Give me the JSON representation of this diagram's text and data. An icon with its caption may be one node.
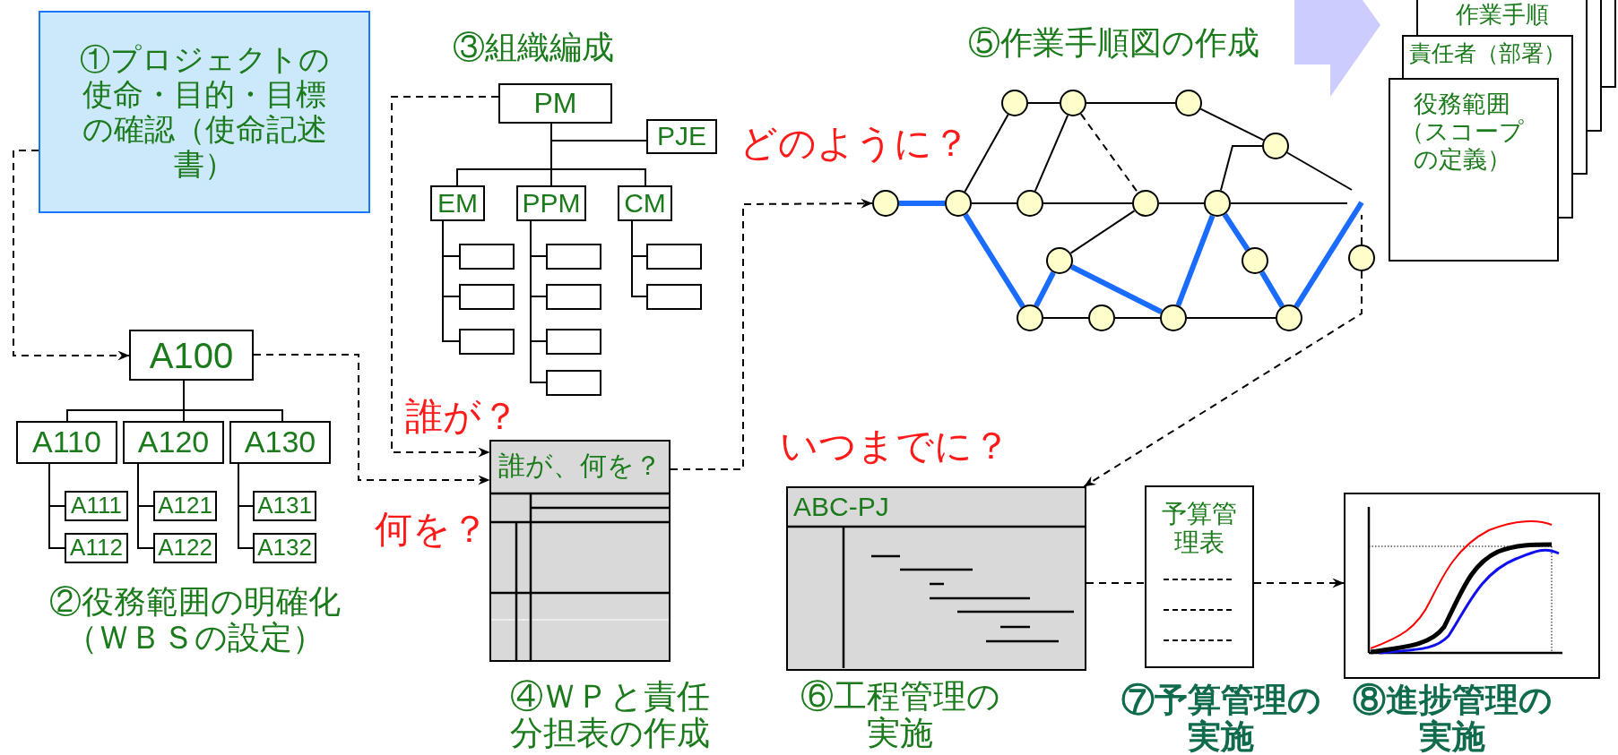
{
  "diagram": {
    "nodes": [
      {
        "text": [
          "①プロジェクトの使命・目的・目標の確認（使命記述書）"
        ]
      },
      {
        "text": [
          "PM"
        ]
      },
      {
        "text": [
          "PJE"
        ]
      },
      {
        "text": [
          "EM"
        ]
      },
      {
        "text": [
          "PPM"
        ]
      },
      {
        "text": [
          "CM"
        ]
      },
      {
        "text": [],
        "shape": "box"
      },
      {
        "text": [],
        "shape": "box"
      },
      {
        "text": [],
        "shape": "box"
      },
      {
        "text": [],
        "shape": "box"
      },
      {
        "text": [],
        "shape": "box"
      },
      {
        "text": [],
        "shape": "box"
      },
      {
        "text": [],
        "shape": "box"
      },
      {
        "text": [],
        "shape": "box"
      },
      {
        "text": [],
        "shape": "box"
      },
      {
        "text": [
          "A100"
        ]
      },
      {
        "text": [
          "A110"
        ]
      },
      {
        "text": [
          "A120"
        ]
      },
      {
        "text": [
          "A130"
        ]
      },
      {
        "text": [
          "A111"
        ]
      },
      {
        "text": [
          "A112"
        ]
      },
      {
        "text": [
          "A121"
        ]
      },
      {
        "text": [
          "A122"
        ]
      },
      {
        "text": [
          "A131"
        ]
      },
      {
        "text": [
          "A132"
        ]
      },
      {
        "text": [
          "誰が、何を？"
        ]
      },
      {
        "text": [],
        "shape": "circle"
      },
      {
        "text": [],
        "shape": "circle"
      },
      {
        "text": [],
        "shape": "circle"
      },
      {
        "text": [],
        "shape": "circle"
      },
      {
        "text": [],
        "shape": "circle"
      },
      {
        "text": [],
        "shape": "circle"
      },
      {
        "text": [],
        "shape": "circle"
      },
      {
        "text": [],
        "shape": "circle"
      },
      {
        "text": [],
        "shape": "circle"
      },
      {
        "text": [],
        "shape": "circle"
      },
      {
        "text": [],
        "shape": "circle"
      },
      {
        "text": [],
        "shape": "circle"
      },
      {
        "text": [],
        "shape": "circle"
      },
      {
        "text": [],
        "shape": "circle"
      },
      {
        "text": [],
        "shape": "circle"
      },
      {
        "text": [],
        "shape": "circle"
      },
      {
        "text": [],
        "shape": "box"
      },
      {
        "text": [],
        "shape": "box"
      },
      {
        "text": [
          "作業手順"
        ]
      },
      {
        "text": [
          "責任者（部署）"
        ]
      },
      {
        "text": [
          "役務範囲（スコープの定義）"
        ]
      },
      {
        "text": [
          "ABC-PJ"
        ]
      },
      {
        "text": [
          "予算管理表"
        ]
      },
      {
        "text": [],
        "shape": "box"
      }
    ],
    "edges": [
      {
        "from": 1,
        "to": 2,
        "arrow": "none"
      },
      {
        "from": 1,
        "to": 3,
        "arrow": "none"
      },
      {
        "from": 1,
        "to": 4,
        "arrow": "none"
      },
      {
        "from": 1,
        "to": 5,
        "arrow": "none"
      },
      {
        "from": 3,
        "to": 6,
        "arrow": "none"
      },
      {
        "from": 3,
        "to": 7,
        "arrow": "none"
      },
      {
        "from": 3,
        "to": 8,
        "arrow": "none"
      },
      {
        "from": 4,
        "to": 9,
        "arrow": "none"
      },
      {
        "from": 4,
        "to": 10,
        "arrow": "none"
      },
      {
        "from": 4,
        "to": 11,
        "arrow": "none"
      },
      {
        "from": 4,
        "to": 12,
        "arrow": "none"
      },
      {
        "from": 5,
        "to": 13,
        "arrow": "none"
      },
      {
        "from": 5,
        "to": 14,
        "arrow": "none"
      },
      {
        "from": 15,
        "to": 16,
        "arrow": "none"
      },
      {
        "from": 15,
        "to": 17,
        "arrow": "none"
      },
      {
        "from": 15,
        "to": 18,
        "arrow": "none"
      },
      {
        "from": 16,
        "to": 19,
        "arrow": "none"
      },
      {
        "from": 16,
        "to": 20,
        "arrow": "none"
      },
      {
        "from": 17,
        "to": 21,
        "arrow": "none"
      },
      {
        "from": 17,
        "to": 22,
        "arrow": "none"
      },
      {
        "from": 18,
        "to": 23,
        "arrow": "none"
      },
      {
        "from": 18,
        "to": 24,
        "arrow": "none"
      },
      {
        "from": 0,
        "to": 15,
        "arrow": "to",
        "style": "dashed"
      },
      {
        "from": 1,
        "to": 25,
        "arrow": "to",
        "style": "dashed"
      },
      {
        "from": 15,
        "to": 25,
        "arrow": "to",
        "style": "dashed"
      },
      {
        "from": 25,
        "to": 26,
        "arrow": "to",
        "style": "dashed"
      },
      {
        "from": 26,
        "to": 27,
        "arrow": "none",
        "style": "thick",
        "color": "#1a6cff"
      },
      {
        "from": 27,
        "to": 38,
        "arrow": "none",
        "style": "thick",
        "color": "#1a6cff"
      },
      {
        "from": 38,
        "to": 35,
        "arrow": "none",
        "style": "thick",
        "color": "#1a6cff"
      },
      {
        "from": 35,
        "to": 40,
        "arrow": "none",
        "style": "thick",
        "color": "#1a6cff"
      },
      {
        "from": 40,
        "to": 34,
        "arrow": "none",
        "style": "thick",
        "color": "#1a6cff"
      },
      {
        "from": 34,
        "to": 36,
        "arrow": "none",
        "style": "thick",
        "color": "#1a6cff"
      },
      {
        "from": 36,
        "to": 41,
        "arrow": "none",
        "style": "thick",
        "color": "#1a6cff"
      },
      {
        "from": 41,
        "to": null,
        "arrow": "none",
        "style": "thick",
        "color": "#1a6cff"
      },
      {
        "from": 27,
        "to": 28,
        "arrow": "none"
      },
      {
        "from": 28,
        "to": 29,
        "arrow": "none"
      },
      {
        "from": 29,
        "to": 30,
        "arrow": "none"
      },
      {
        "from": 30,
        "to": 31,
        "arrow": "none"
      },
      {
        "from": 29,
        "to": 32,
        "arrow": "none"
      },
      {
        "from": 27,
        "to": 32,
        "arrow": "none"
      },
      {
        "from": 32,
        "to": 33,
        "arrow": "none"
      },
      {
        "from": 33,
        "to": 34,
        "arrow": "none"
      },
      {
        "from": 34,
        "to": null,
        "arrow": "none"
      },
      {
        "from": 31,
        "to": null,
        "arrow": "none"
      },
      {
        "from": 34,
        "to": 31,
        "arrow": "none"
      },
      {
        "from": 35,
        "to": 33,
        "arrow": "none"
      },
      {
        "from": 38,
        "to": 39,
        "arrow": "none"
      },
      {
        "from": 39,
        "to": 40,
        "arrow": "none"
      },
      {
        "from": 40,
        "to": 41,
        "arrow": "none"
      },
      {
        "from": 29,
        "to": 33,
        "arrow": "none",
        "style": "dashed"
      },
      {
        "from": 37,
        "to": null,
        "arrow": "none",
        "style": "dashed"
      },
      {
        "from": 37,
        "to": 47,
        "arrow": "to",
        "style": "dashed"
      },
      {
        "from": 47,
        "to": 48,
        "arrow": "none",
        "style": "dashed"
      },
      {
        "from": 48,
        "to": 49,
        "arrow": "to",
        "style": "dashed"
      }
    ],
    "labels": [
      "③組織編成",
      "⑤作業手順図の作成",
      "どのように？",
      "誰が？",
      "いつまでに？",
      "何を？",
      "②役務範囲の明確化（ＷＢＳの設定）",
      "④ＷＰと責任分担表の作成",
      "⑥工程管理の実施",
      "⑦予算管理の実施",
      "⑧進捗管理の実施"
    ]
  }
}
